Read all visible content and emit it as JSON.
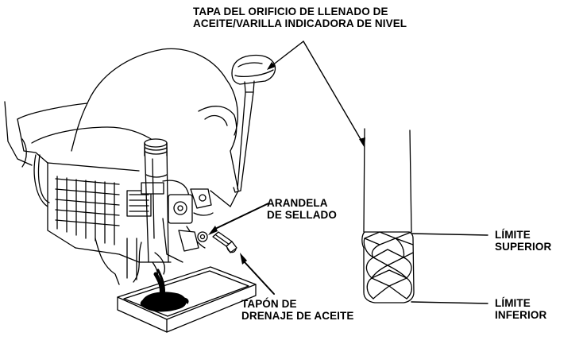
{
  "labels": {
    "cap": {
      "line1": "TAPA DEL ORIFICIO DE LLENADO DE",
      "line2": "ACEITE/VARILLA INDICADORA DE NIVEL"
    },
    "washer": {
      "line1": "ARANDELA",
      "line2": "DE SELLADO"
    },
    "plug": {
      "line1": "TAPÓN DE",
      "line2": "DRENAJE DE ACEITE"
    },
    "upper": {
      "line1": "LÍMITE",
      "line2": "SUPERIOR"
    },
    "lower": {
      "line1": "LÍMITE",
      "line2": "INFERIOR"
    }
  },
  "colors": {
    "ink": "#000000",
    "background": "#ffffff",
    "oil": "#000000"
  }
}
